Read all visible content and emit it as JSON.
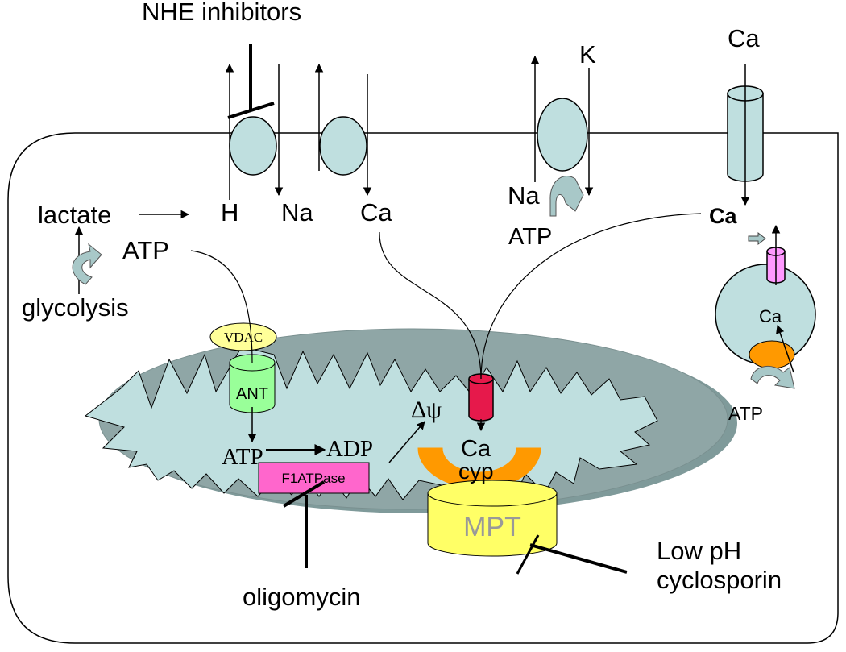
{
  "labels": {
    "nhe_inhibitors": "NHE inhibitors",
    "h": "H",
    "na_exchanger": "Na",
    "ca_exchanger": "Ca",
    "k": "K",
    "na_pump": "Na",
    "atp_pump": "ATP",
    "ca_channel_top": "Ca",
    "ca_cytosol": "Ca",
    "lactate": "lactate",
    "atp_glycolysis": "ATP",
    "glycolysis": "glycolysis",
    "vdac": "VDAC",
    "ant": "ANT",
    "atp_matrix": "ATP",
    "adp_matrix": "ADP",
    "delta_psi": "Δψ",
    "f1atpase": "F1ATPase",
    "ca_matrix": "Ca",
    "cyp": "cyp",
    "mpt": "MPT",
    "oligomycin": "oligomycin",
    "low_ph": "Low pH",
    "cyclosporin": "cyclosporin",
    "ca_er": "Ca",
    "atp_er": "ATP"
  },
  "colors": {
    "transporter": "#bfdfdf",
    "mito_outer": "#8fa6a6",
    "mito_matrix": "#bfdfdf",
    "vdac": "#ffff99",
    "ant": "#99ff99",
    "f1atpase": "#ff66cc",
    "uniporter": "#e6194b",
    "cyclophilin": "#ff9900",
    "mpt": "#ffff66",
    "mpt_text": "#999999",
    "serca": "#ff99ff"
  }
}
